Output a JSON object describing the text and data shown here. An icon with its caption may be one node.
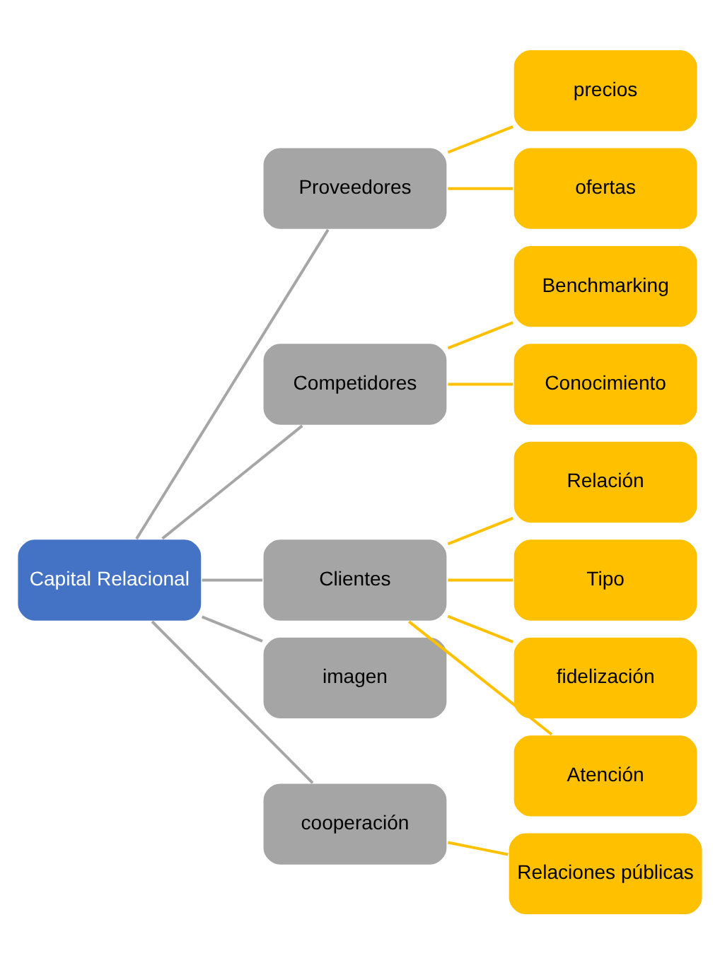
{
  "diagram": {
    "nodes": [
      {
        "text": [
          "Capital Relacional"
        ]
      },
      {
        "text": [
          "Proveedores"
        ]
      },
      {
        "text": [
          "precios"
        ]
      },
      {
        "text": [
          "ofertas"
        ]
      },
      {
        "text": [
          "Competidores"
        ]
      },
      {
        "text": [
          "Benchmarking"
        ]
      },
      {
        "text": [
          "Conocimiento"
        ]
      },
      {
        "text": [
          "Clientes"
        ]
      },
      {
        "text": [
          "Relación"
        ]
      },
      {
        "text": [
          "Tipo"
        ]
      },
      {
        "text": [
          "fidelización"
        ]
      },
      {
        "text": [
          "Atención"
        ]
      },
      {
        "text": [
          "imagen"
        ]
      },
      {
        "text": [
          "cooperación"
        ]
      },
      {
        "text": [
          "Relaciones públicas"
        ]
      }
    ],
    "edges": [
      {
        "from": 0,
        "to": 1,
        "arrow": "none",
        "color": "#a6a6a6"
      },
      {
        "from": 0,
        "to": 4,
        "arrow": "none",
        "color": "#a6a6a6"
      },
      {
        "from": 0,
        "to": 7,
        "arrow": "none",
        "color": "#a6a6a6"
      },
      {
        "from": 0,
        "to": 12,
        "arrow": "none",
        "color": "#a6a6a6"
      },
      {
        "from": 0,
        "to": 13,
        "arrow": "none",
        "color": "#a6a6a6"
      },
      {
        "from": 1,
        "to": 2,
        "arrow": "none"
      },
      {
        "from": 1,
        "to": 3,
        "arrow": "none"
      },
      {
        "from": 4,
        "to": 5,
        "arrow": "none"
      },
      {
        "from": 4,
        "to": 6,
        "arrow": "none"
      },
      {
        "from": 7,
        "to": 8,
        "arrow": "none"
      },
      {
        "from": 7,
        "to": 9,
        "arrow": "none"
      },
      {
        "from": 7,
        "to": 10,
        "arrow": "none"
      },
      {
        "from": 7,
        "to": 11,
        "arrow": "none"
      },
      {
        "from": 13,
        "to": 14,
        "arrow": "none"
      }
    ]
  }
}
